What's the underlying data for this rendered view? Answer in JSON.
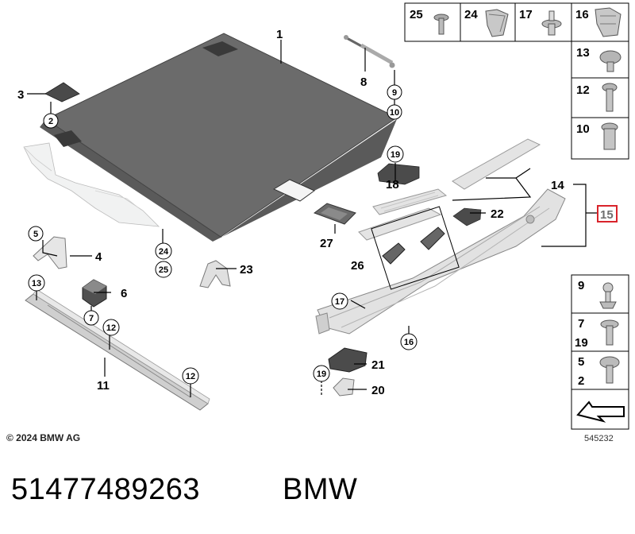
{
  "callouts": {
    "c1": "1",
    "c2": "2",
    "c3": "3",
    "c4": "4",
    "c5": "5",
    "c6": "6",
    "c7": "7",
    "c8": "8",
    "c9": "9",
    "c10": "10",
    "c11": "11",
    "c12a": "12",
    "c12b": "12",
    "c13": "13",
    "c14": "14",
    "c15": "15",
    "c16": "16",
    "c17": "17",
    "c18": "18",
    "c19a": "19",
    "c19b": "19",
    "c20": "20",
    "c21": "21",
    "c22": "22",
    "c23": "23",
    "c24": "24",
    "c25": "25",
    "c26": "26",
    "c27": "27"
  },
  "top_table": [
    "25",
    "24",
    "17",
    "16"
  ],
  "right_table": [
    "13",
    "12",
    "10"
  ],
  "bottom_table": [
    [
      "9"
    ],
    [
      "7",
      "19"
    ],
    [
      "5",
      "2"
    ]
  ],
  "highlight_color": "#d9242b",
  "copyright": "© 2024 BMW AG",
  "image_number": "545232",
  "part_number": "51477489263",
  "brand": "BMW"
}
